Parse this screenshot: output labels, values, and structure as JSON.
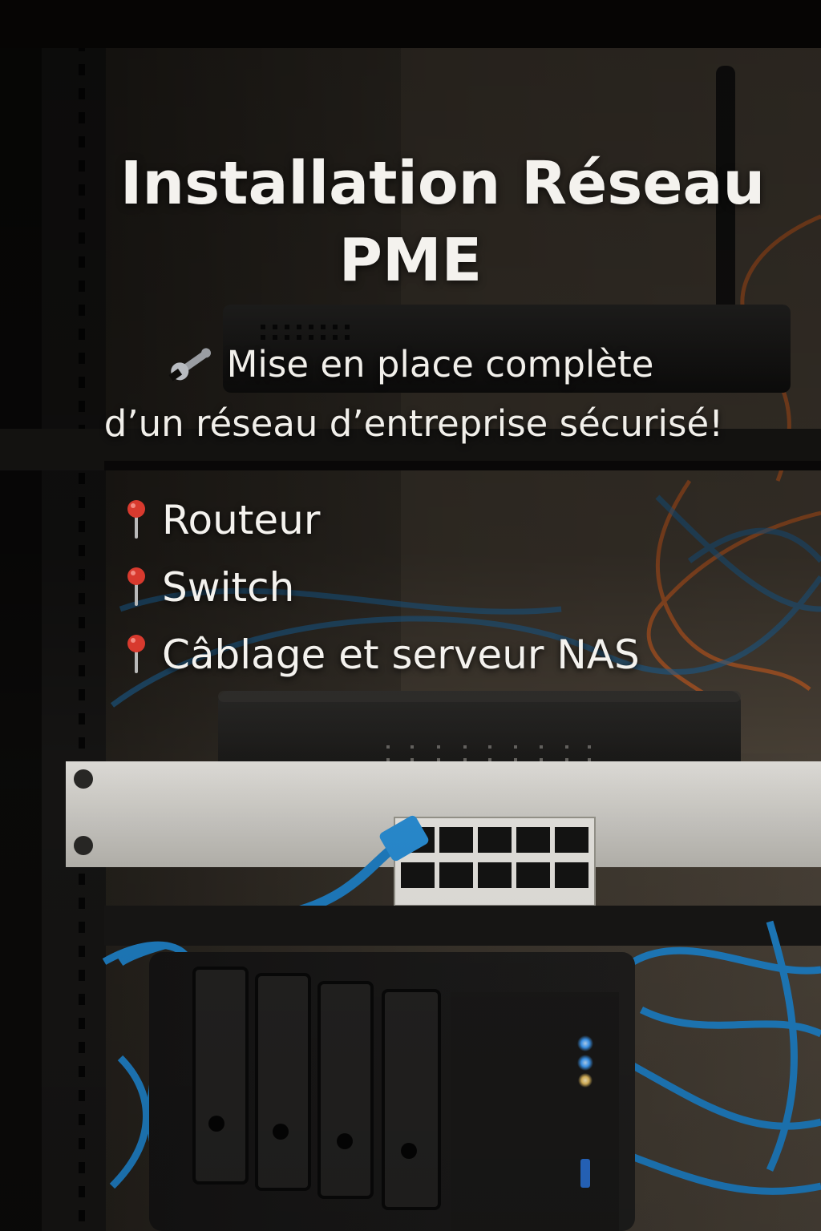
{
  "poster": {
    "title_line1": "Installation Réseau",
    "title_line2": "PME",
    "subtitle_line1": "Mise en place complète",
    "subtitle_line2": "d’un réseau d’entreprise sécurisé!",
    "bullets": [
      {
        "label": "Routeur",
        "icon": "pushpin-icon"
      },
      {
        "label": "Switch",
        "icon": "pushpin-icon"
      },
      {
        "label": "Câblage et serveur NAS",
        "icon": "pushpin-icon"
      }
    ],
    "subtitle_icon": "wrench-icon"
  },
  "colors": {
    "text": "#f4f2ee",
    "cable_blue": "#1f7fc4",
    "cable_orange": "#d0662a",
    "led_blue": "#3fa0ff",
    "led_amber": "#e8c060",
    "panel_white": "#d8d6d0",
    "rack_black": "#141312"
  }
}
